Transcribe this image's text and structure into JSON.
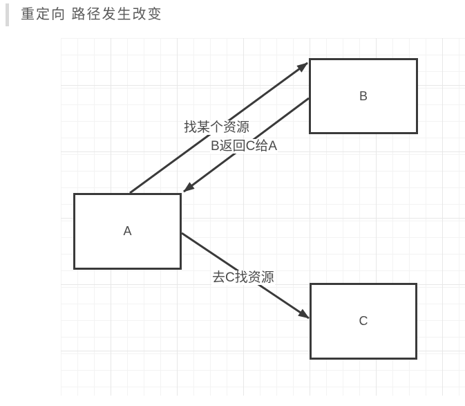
{
  "header": {
    "title": "重定向 路径发生改变"
  },
  "diagram": {
    "nodes": [
      {
        "id": "A",
        "label": "A"
      },
      {
        "id": "B",
        "label": "B"
      },
      {
        "id": "C",
        "label": "C"
      }
    ],
    "edges": [
      {
        "from": "A",
        "to": "B",
        "label": "找某个资源"
      },
      {
        "from": "B",
        "to": "A",
        "label": "B返回C给A"
      },
      {
        "from": "A",
        "to": "C",
        "label": "去C找资源"
      }
    ]
  },
  "colors": {
    "title_text": "#595959",
    "title_bar": "#d9d9d9",
    "shape_stroke": "#3a3a3a",
    "label_text": "#4a4a4a",
    "grid_minor": "#f3f3f3",
    "grid_major": "#e7e7e7",
    "canvas_bg": "#ffffff"
  }
}
